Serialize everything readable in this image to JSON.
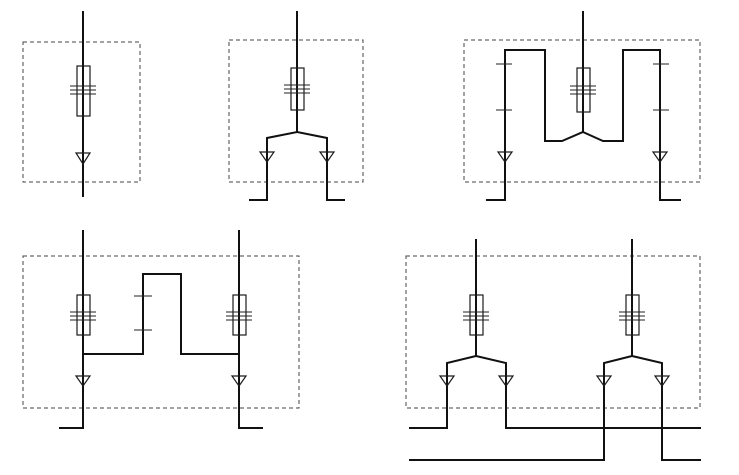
{
  "diagram": {
    "type": "electrical-schematic",
    "panels": [
      {
        "id": "single-breaker-single-outlet",
        "disconnectors": 1,
        "outlets": 1
      },
      {
        "id": "single-breaker-double-outlet",
        "disconnectors": 1,
        "outlets": 2
      },
      {
        "id": "single-breaker-with-bypass",
        "disconnectors": 1,
        "outlets": 2,
        "bypass_loops": 2
      },
      {
        "id": "dual-breaker-bus-tie",
        "disconnectors": 2,
        "outlets": 2,
        "bus_tie": true
      },
      {
        "id": "dual-breaker-double-outlets",
        "disconnectors": 2,
        "outlets": 4,
        "crossing_feeders": true
      }
    ],
    "colors": {
      "line": "#111111",
      "enclosure": "#444444",
      "background": "#ffffff"
    }
  }
}
